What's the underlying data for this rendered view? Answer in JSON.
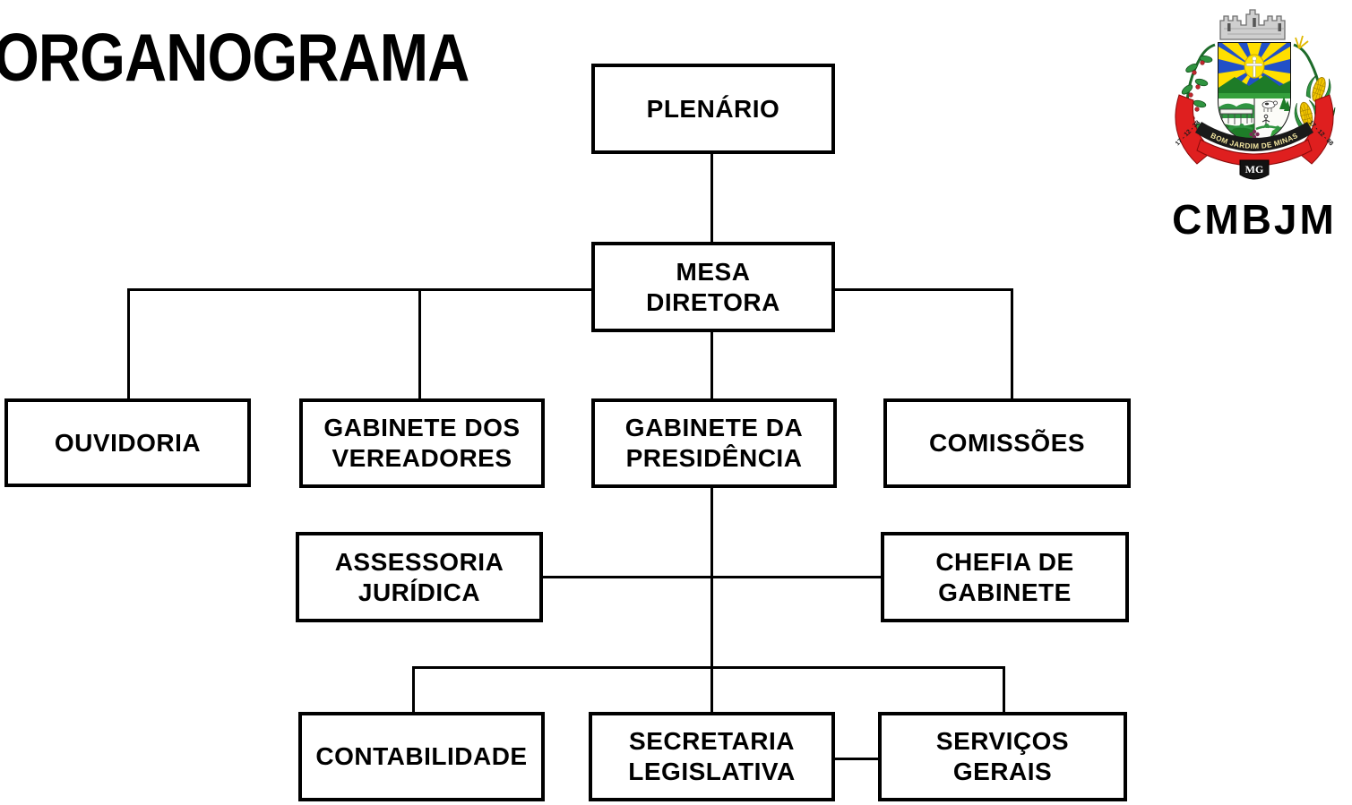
{
  "title": "ORGANOGRAMA",
  "badge": {
    "acronym": "CMBJM",
    "motto": "BOM JARDIM DE MINAS",
    "state": "MG",
    "date_left": "17 - 12 - 38",
    "date_right": "17 - 12 - 88",
    "colors": {
      "ribbon_red": "#df1f1f",
      "field_blue": "#2150c8",
      "ray_yellow": "#ffdf00",
      "hill_green": "#1e7c28",
      "leaf_green": "#2f9440",
      "berry_red": "#c1272d",
      "corn_yellow": "#f2c600",
      "crown_gray": "#cfcfcf",
      "grape_purple": "#7b2a55"
    }
  },
  "chart": {
    "type": "org-chart",
    "line_color": "#000000",
    "box_fill": "#ffffff",
    "nodes": {
      "plenario": {
        "label": "PLENÁRIO"
      },
      "mesa_diretora": {
        "label": "MESA\nDIRETORA"
      },
      "ouvidoria": {
        "label": "OUVIDORIA"
      },
      "gabinete_vereadores": {
        "label": "GABINETE DOS\nVEREADORES"
      },
      "gabinete_presidencia": {
        "label": "GABINETE DA\nPRESIDÊNCIA"
      },
      "comissoes": {
        "label": "COMISSÕES"
      },
      "assessoria_juridica": {
        "label": "ASSESSORIA\nJURÍDICA"
      },
      "chefia_gabinete": {
        "label": "CHEFIA DE\nGABINETE"
      },
      "contabilidade": {
        "label": "CONTABILIDADE"
      },
      "secretaria_legislativa": {
        "label": "SECRETARIA\nLEGISLATIVA"
      },
      "servicos_gerais": {
        "label": "SERVIÇOS\nGERAIS"
      }
    },
    "edges": [
      {
        "from": "PLENÁRIO",
        "to": "MESA DIRETORA"
      },
      {
        "from": "MESA DIRETORA",
        "to": "OUVIDORIA"
      },
      {
        "from": "MESA DIRETORA",
        "to": "GABINETE DOS VEREADORES"
      },
      {
        "from": "MESA DIRETORA",
        "to": "GABINETE DA PRESIDÊNCIA"
      },
      {
        "from": "MESA DIRETORA",
        "to": "COMISSÕES"
      },
      {
        "from": "GABINETE DA PRESIDÊNCIA",
        "to": "ASSESSORIA JURÍDICA"
      },
      {
        "from": "GABINETE DA PRESIDÊNCIA",
        "to": "CHEFIA DE GABINETE"
      },
      {
        "from": "GABINETE DA PRESIDÊNCIA",
        "to": "CONTABILIDADE"
      },
      {
        "from": "GABINETE DA PRESIDÊNCIA",
        "to": "SECRETARIA LEGISLATIVA"
      },
      {
        "from": "GABINETE DA PRESIDÊNCIA",
        "to": "SERVIÇOS GERAIS"
      },
      {
        "from": "SECRETARIA LEGISLATIVA",
        "to": "SERVIÇOS GERAIS"
      }
    ]
  }
}
